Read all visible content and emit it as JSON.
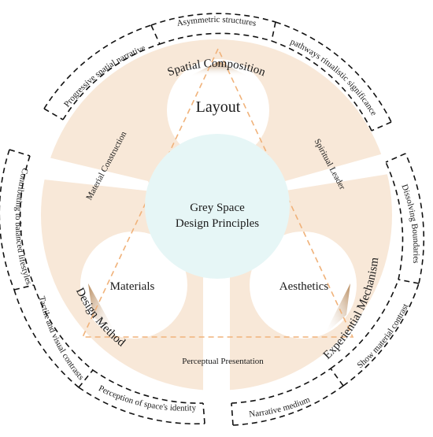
{
  "center": {
    "line1": "Grey Space",
    "line2": "Design Principles"
  },
  "nodes": {
    "layout": "Layout",
    "materials": "Materials",
    "aesthetics": "Aesthetics"
  },
  "sectors": {
    "top": "Spatial Composition",
    "left": "Design Method",
    "right": "Experiential Mechanism"
  },
  "connectors": {
    "material_construction": "Material Construction",
    "spiritual_leader": "Spiritual Leader",
    "perceptual_presentation": "Perceptual Presentation"
  },
  "outer_labels": {
    "progressive": "Progressive spatial narrative",
    "asymmetric": "Asymmetric structures",
    "pathways": "pathways ritualistic significance",
    "contributing": "Contributing to balanced lifestyles",
    "tactile": "Tactile and visual contrasts",
    "perception": "Perception of space's identity",
    "narrative": "Narrative medium",
    "show_material": "Show material contrast",
    "dissolving": "Dissolving Boundaries"
  },
  "colors": {
    "ring_fill": "#f8e8d8",
    "center_fill": "#e6f6f6",
    "dash_orange": "#f0b27a",
    "outline": "#111111"
  }
}
